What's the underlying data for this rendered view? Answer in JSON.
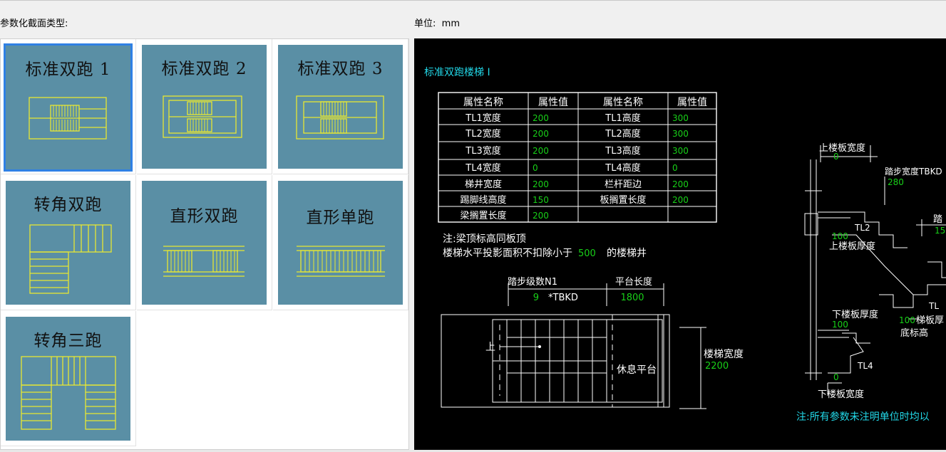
{
  "header": {
    "section_type_label": "参数化截面类型:",
    "unit_label": "单位:",
    "unit_value": "mm"
  },
  "section_types": [
    {
      "label": "标准双跑 1",
      "selected": true
    },
    {
      "label": "标准双跑 2",
      "selected": false
    },
    {
      "label": "标准双跑 3",
      "selected": false
    },
    {
      "label": "转角双跑",
      "selected": false
    },
    {
      "label": "直形双跑",
      "selected": false
    },
    {
      "label": "直形单跑",
      "selected": false
    },
    {
      "label": "转角三跑",
      "selected": false
    }
  ],
  "preview": {
    "title": "标准双跑楼梯 I",
    "table": {
      "headers": [
        "属性名称",
        "属性值",
        "属性名称",
        "属性值"
      ],
      "rows": [
        [
          "TL1宽度",
          "200",
          "TL1高度",
          "300"
        ],
        [
          "TL2宽度",
          "200",
          "TL2高度",
          "300"
        ],
        [
          "TL3宽度",
          "200",
          "TL3高度",
          "300"
        ],
        [
          "TL4宽度",
          "0",
          "TL4高度",
          "0"
        ],
        [
          "梯井宽度",
          "200",
          "栏杆距边",
          "200"
        ],
        [
          "踢脚线高度",
          "150",
          "板搁置长度",
          "200"
        ],
        [
          "梁搁置长度",
          "200",
          "",
          ""
        ]
      ]
    },
    "note_line1": "注:梁顶标高同板顶",
    "note_line2_pre": "楼梯水平投影面积不扣除小于",
    "note_line2_value": "500",
    "note_line2_post": "的楼梯井",
    "plan": {
      "steps_label": "踏步级数N1",
      "steps_value": "9",
      "steps_suffix": "*TBKD",
      "platform_length_label": "平台长度",
      "platform_length_value": "1800",
      "up_label": "上",
      "rest_platform_label": "休息平台",
      "stair_width_label": "楼梯宽度",
      "stair_width_value": "2200"
    },
    "section": {
      "upper_slab_width_label": "上楼板宽度",
      "upper_slab_width_value": "0",
      "tread_width_label": "踏步宽度TBKD",
      "tread_width_value": "280",
      "tread_label": "踏",
      "tread_value": "15",
      "tl2_label": "TL2",
      "upper_slab_thick_value": "100",
      "upper_slab_thick_label": "上楼板厚度",
      "lower_slab_thick_label": "下楼板厚度",
      "lower_slab_thick_value": "100",
      "ladder_thick_value": "100",
      "ladder_thick_label": "梯板厚",
      "bottom_elev_label": "底标高",
      "tl4_label": "TL4",
      "tl_partial_label": "TL",
      "lower_slab_width_value": "0",
      "lower_slab_width_label": "下楼板宽度"
    },
    "footer_note": "注:所有参数未注明单位时均以"
  },
  "colors": {
    "tile_bg": "#5a8fa5",
    "selected_border": "#2f80e4",
    "cad_bg": "#000000",
    "cad_yellow": "#e8e832",
    "cad_green": "#18d018",
    "cad_cyan": "#22d8e8",
    "cad_white": "#ffffff"
  }
}
